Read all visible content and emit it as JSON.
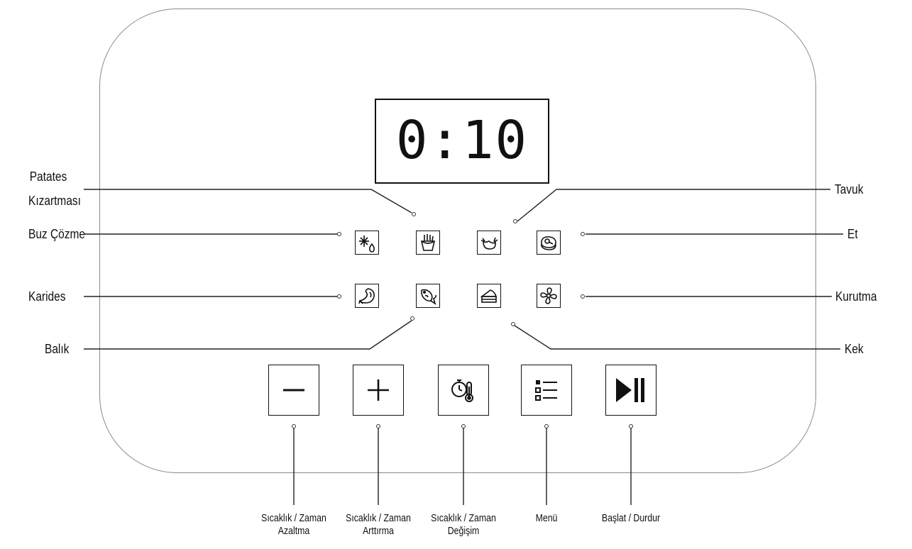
{
  "display": {
    "time": "0:10"
  },
  "modes": [
    {
      "id": "buz-cozme",
      "label": "Buz Çözme",
      "icon": "snowflake-drop-icon"
    },
    {
      "id": "patates",
      "label_line1": "Patates",
      "label_line2": "Kızartması",
      "icon": "french-fries-icon"
    },
    {
      "id": "tavuk",
      "label": "Tavuk",
      "icon": "chicken-icon"
    },
    {
      "id": "et",
      "label": "Et",
      "icon": "steak-icon"
    },
    {
      "id": "karides",
      "label": "Karides",
      "icon": "shrimp-icon"
    },
    {
      "id": "balik",
      "label": "Balık",
      "icon": "fish-icon"
    },
    {
      "id": "kek",
      "label": "Kek",
      "icon": "cake-icon"
    },
    {
      "id": "kurutma",
      "label": "Kurutma",
      "icon": "fan-icon"
    }
  ],
  "controls": [
    {
      "id": "minus",
      "line1": "Sıcaklık / Zaman",
      "line2": "Azaltma",
      "icon": "minus-icon"
    },
    {
      "id": "plus",
      "line1": "Sıcaklık / Zaman",
      "line2": "Arttırma",
      "icon": "plus-icon"
    },
    {
      "id": "switch",
      "line1": "Sıcaklık / Zaman",
      "line2": "Değişim",
      "icon": "timer-thermometer-icon"
    },
    {
      "id": "menu",
      "line1": "Menü",
      "line2": "",
      "icon": "menu-list-icon"
    },
    {
      "id": "play",
      "line1": "Başlat / Durdur",
      "line2": "",
      "icon": "play-pause-icon"
    }
  ]
}
